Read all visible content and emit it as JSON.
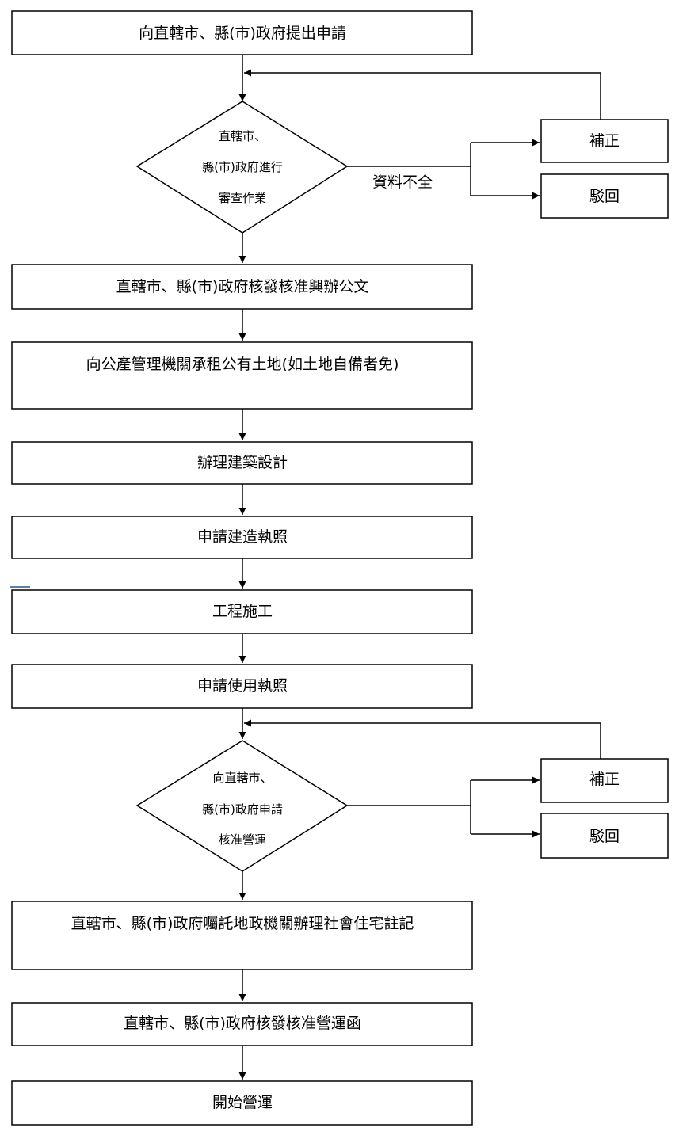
{
  "diagram": {
    "nodes": {
      "apply": "向直轄市、縣(市)政府提出申請",
      "review1": [
        "直轄市、",
        "縣(市)政府進行",
        "審查作業"
      ],
      "supplement1": "補正",
      "reject1": "駁回",
      "incomplete_label": "資料不全",
      "approve_doc": "直轄市、縣(市)政府核發核准興辦公文",
      "lease_land": "向公產管理機關承租公有土地(如土地自備者免)",
      "design": "辦理建築設計",
      "build_permit": "申請建造執照",
      "construction": "工程施工",
      "use_permit": "申請使用執照",
      "review2": [
        "向直轄市、",
        "縣(市)政府申請",
        "核准營運"
      ],
      "supplement2": "補正",
      "reject2": "駁回",
      "register": "直轄市、縣(市)政府囑託地政機關辦理社會住宅註記",
      "operation_letter": "直轄市、縣(市)政府核發核准營運函",
      "start_operation": "開始營運"
    }
  }
}
